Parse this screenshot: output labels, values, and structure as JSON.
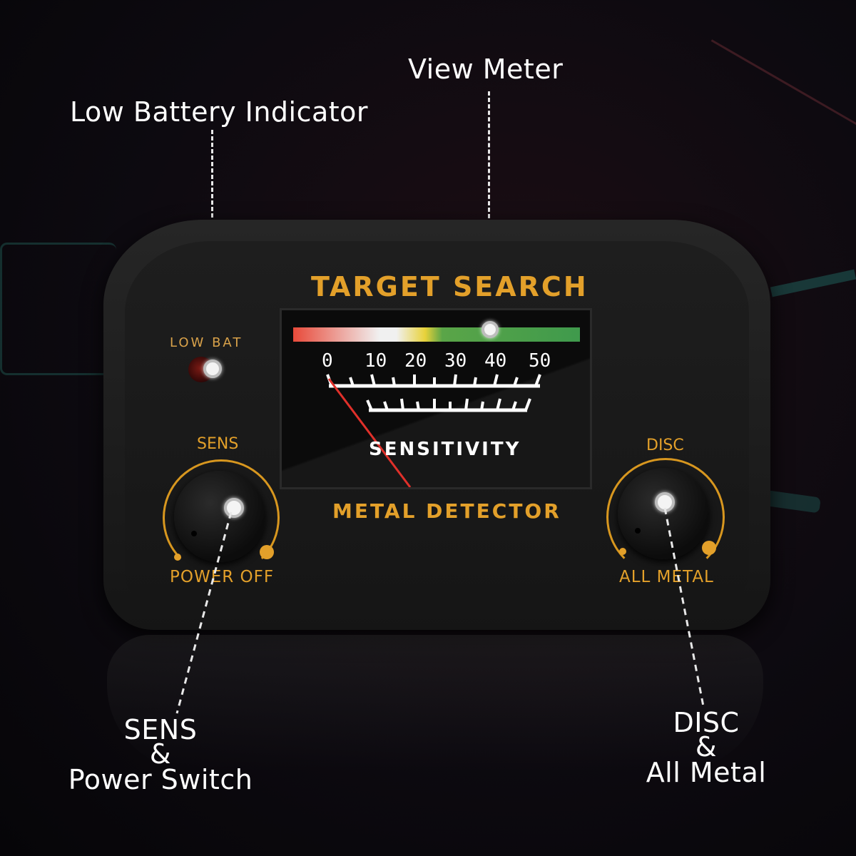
{
  "callouts": {
    "low_battery": "Low Battery Indicator",
    "view_meter": "View Meter",
    "sens_line1": "SENS",
    "sens_line2": "&",
    "sens_line3": "Power  Switch",
    "disc_line1": "DISC",
    "disc_line2": "&",
    "disc_line3": "All Metal"
  },
  "panel": {
    "title": "TARGET SEARCH",
    "subtitle": "METAL DETECTOR",
    "low_bat_label": "LOW BAT",
    "sens_label": "SENS",
    "power_off_label": "POWER OFF",
    "disc_label": "DISC",
    "all_metal_label": "ALL METAL"
  },
  "meter": {
    "scale": [
      "0",
      "10",
      "20",
      "30",
      "40",
      "50"
    ],
    "caption": "SENSITIVITY",
    "needle_value": 0
  },
  "colors": {
    "accent_gold": "#e3a02a",
    "needle_red": "#e0302a",
    "meter_band": [
      "#e84a3a",
      "#f2f2f2",
      "#e8d23a",
      "#3f9a4c"
    ]
  }
}
